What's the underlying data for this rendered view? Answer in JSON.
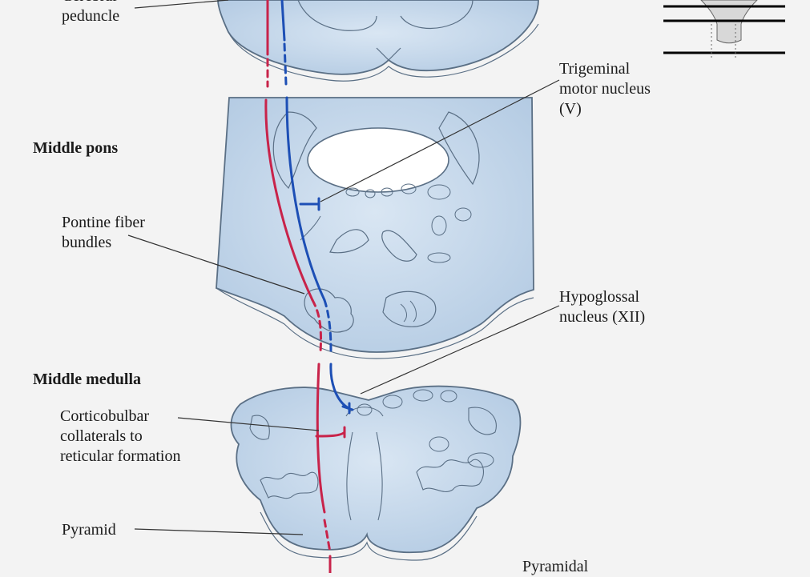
{
  "labels": {
    "cerebral_peduncle": "Cerebral\npeduncle",
    "trigeminal_motor_nucleus": "Trigeminal\nmotor nucleus\n(V)",
    "pontine_fiber_bundles": "Pontine fiber\nbundles",
    "hypoglossal_nucleus": "Hypoglossal\nnucleus (XII)",
    "corticobulbar_collaterals": "Corticobulbar\ncollaterals to\nreticular formation",
    "pyramid": "Pyramid",
    "pyramidal_tract": "Pyramidal"
  },
  "sections": {
    "middle_pons": "Middle pons",
    "middle_medulla": "Middle medulla"
  },
  "colors": {
    "background": "#f3f3f3",
    "tissue": "#c9dcee",
    "tissue_edge": "#5a6f85",
    "red_pathway": "#c8234a",
    "blue_pathway": "#1d4fb5",
    "leader_line": "#333333"
  }
}
